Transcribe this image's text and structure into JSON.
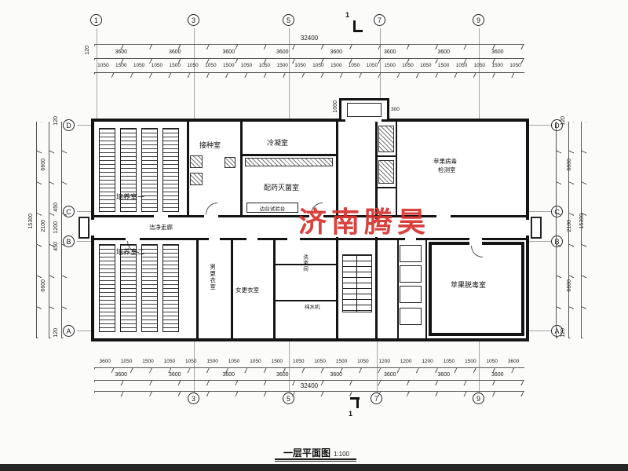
{
  "drawing": {
    "title": "一层平面图",
    "scale": "1:100",
    "watermark": "济南腾昊"
  },
  "colors": {
    "watermark_red": "#d7332e",
    "wall_black": "#141414"
  },
  "axes": {
    "top": [
      "1",
      "3",
      "5",
      "7",
      "9"
    ],
    "bottom": [
      "3",
      "5",
      "7",
      "9"
    ],
    "left": [
      "D",
      "C",
      "B",
      "A"
    ],
    "right": [
      "D",
      "C",
      "B",
      "A"
    ],
    "section_mark": "1"
  },
  "dims": {
    "top_total": "32400",
    "top_bays": [
      "3600",
      "3600",
      "3600",
      "3600",
      "3600",
      "3600",
      "3600",
      "3600"
    ],
    "top_edge_left": "120",
    "top_detail": [
      "1050",
      "1500",
      "1050",
      "1050",
      "1500",
      "1050",
      "1050",
      "1500",
      "1050",
      "1050",
      "1500",
      "1050",
      "1050",
      "1500",
      "1050",
      "1050",
      "1500",
      "1050",
      "1050",
      "1500",
      "1050",
      "1050",
      "1500",
      "1050"
    ],
    "entrance_width": "1000",
    "entrance_depth": "300",
    "bottom_detail": [
      "3600",
      "1050",
      "1500",
      "1050",
      "1050",
      "1500",
      "1050",
      "1050",
      "1500",
      "1050",
      "1050",
      "1500",
      "1050",
      "1200",
      "1200",
      "1200",
      "1050",
      "1500",
      "1050",
      "3600"
    ],
    "bottom_bays": [
      "3600",
      "3600",
      "3600",
      "3600",
      "3600",
      "3600",
      "3600",
      "3600"
    ],
    "bottom_total": "32400",
    "left_total": "15300",
    "left_bays": [
      "6600",
      "2100",
      "6600"
    ],
    "left_detail": [
      "120",
      "450",
      "1200",
      "450",
      "120"
    ],
    "right_total": "15300",
    "right_bays": [
      "6600",
      "2100",
      "6600"
    ],
    "right_detail": [
      "120",
      "120"
    ]
  },
  "rooms": {
    "cultivation1": "培养室一",
    "cultivation2": "培养室二",
    "inoculation": "接种室",
    "condensation": "冷凝室",
    "sterilization": "配药灭菌室",
    "virus_detection_l1": "苹果病毒",
    "virus_detection_l2": "检测室",
    "detox": "苹果脱毒室",
    "clean_corridor": "洁净走廊",
    "men_changing": "男更衣室",
    "women_changing": "女更衣室",
    "washroom": "洗漱间",
    "side_bench": "边台试验台",
    "water_machine": "纯水机"
  }
}
